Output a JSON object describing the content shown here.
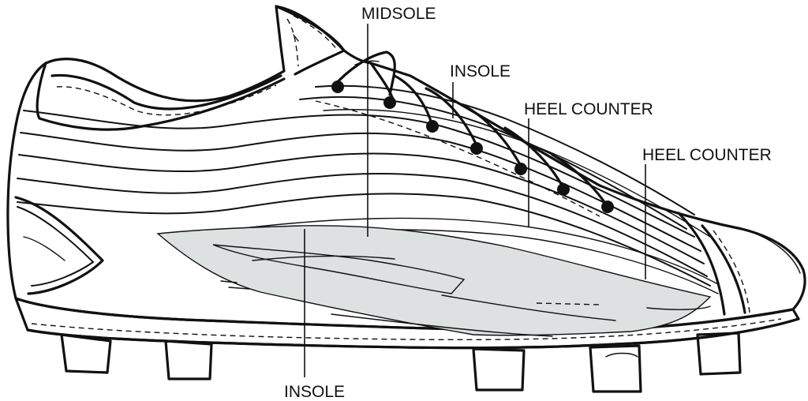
{
  "colors": {
    "line": "#111111",
    "background": "#ffffff",
    "midsole_fill": "#dde1e2"
  },
  "labels": {
    "top_left": "MIDSOLE",
    "upper_mid": "INSOLE",
    "right_upper": "HEEL COUNTER",
    "right_lower": "HEEL COUNTER",
    "bottom": "INSOLE"
  }
}
